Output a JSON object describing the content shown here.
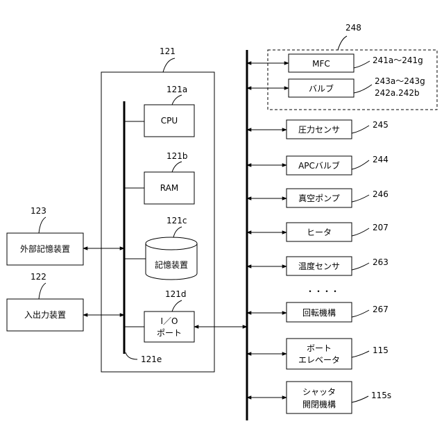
{
  "controller": {
    "ref": "121",
    "bus_ref": "121e"
  },
  "components": {
    "cpu": {
      "label": "CPU",
      "ref": "121a"
    },
    "ram": {
      "label": "RAM",
      "ref": "121b"
    },
    "storage": {
      "label": "記憶装置",
      "ref": "121c"
    },
    "io_port": {
      "label_line1": "I／O",
      "label_line2": "ポート",
      "ref": "121d"
    }
  },
  "external": {
    "ext_storage": {
      "label": "外部記憶装置",
      "ref": "123"
    },
    "io_device": {
      "label": "入出力装置",
      "ref": "122"
    }
  },
  "group_ref": "248",
  "devices": {
    "mfc": {
      "label": "MFC",
      "ref": "241a〜241g"
    },
    "valve": {
      "label": "バルブ",
      "ref_line1": "243a〜243g",
      "ref_line2": "242a.242b"
    },
    "pressure_sensor": {
      "label": "圧力センサ",
      "ref": "245"
    },
    "apc_valve": {
      "label": "APCバルブ",
      "ref": "244"
    },
    "vacuum_pump": {
      "label": "真空ポンプ",
      "ref": "246"
    },
    "heater": {
      "label": "ヒータ",
      "ref": "207"
    },
    "temp_sensor": {
      "label": "温度センサ",
      "ref": "263"
    },
    "ellipsis": "・・・・",
    "rotation": {
      "label": "回転機構",
      "ref": "267"
    },
    "boat_elevator": {
      "label_line1": "ボート",
      "label_line2": "エレベータ",
      "ref": "115"
    },
    "shutter": {
      "label_line1": "シャッタ",
      "label_line2": "開閉機構",
      "ref": "115s"
    }
  }
}
